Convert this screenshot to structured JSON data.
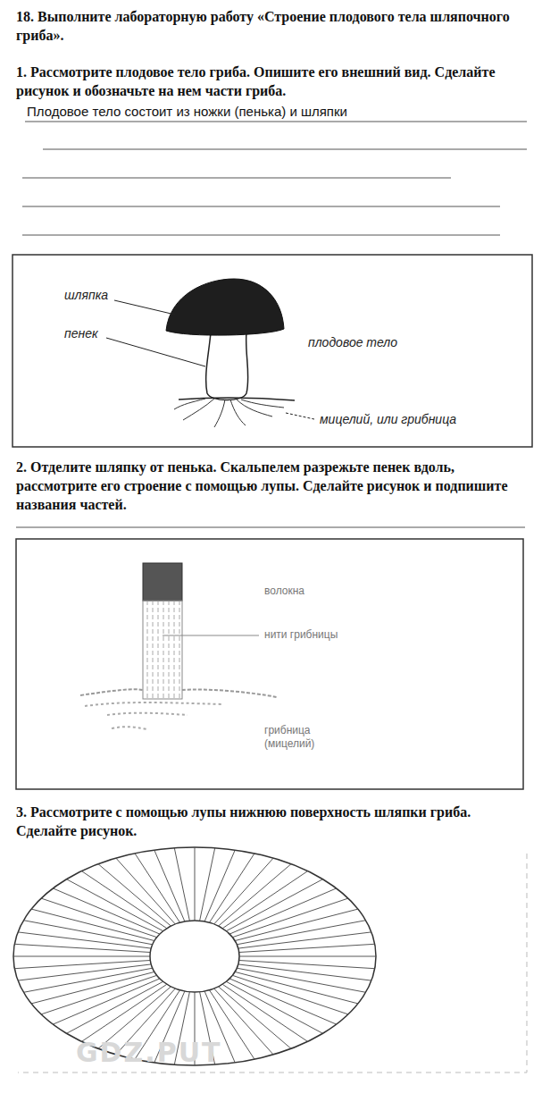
{
  "diagram": {
    "title": "18. Выполните лабораторную работу «Строение плодового тела шляпочного гриба».",
    "labels": [
      "1. Рассмотрите плодовое тело гриба. Опишите его внешний вид. Сделайте рисунок и обозначьте на нем части гриба.",
      "Плодовое тело состоит из ножки (пенька) и шляпки",
      "шляпка",
      "пенек",
      "плодовое тело",
      "мицелий, или грибница",
      "2. Отделите шляпку от пенька. Скальпелем разрежьте пенек вдоль, рассмотрите его строение с помощью лупы. Сделайте рисунок и подпишите названия частей.",
      "волокна",
      "нити грибницы",
      "грибница (мицелий)",
      "3. Рассмотрите с помощью лупы нижнюю поверхность шляпки гриба. Сделайте рисунок.",
      "GDZ.PUT"
    ]
  }
}
